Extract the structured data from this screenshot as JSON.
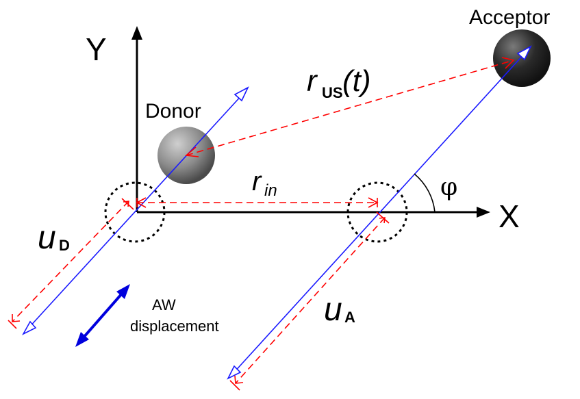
{
  "axes": {
    "x_label": "X",
    "y_label": "Y"
  },
  "labels": {
    "donor": "Donor",
    "acceptor": "Acceptor",
    "r_us": {
      "main": "r",
      "sub": "US",
      "suffix": "(t)"
    },
    "r_in": {
      "main": "r",
      "sub": "in"
    },
    "phi": "φ",
    "u_d": {
      "main": "u",
      "sub": "D"
    },
    "u_a": {
      "main": "u",
      "sub": "A"
    },
    "aw_line1": "AW",
    "aw_line2": "displacement"
  },
  "colors": {
    "axis": "#000000",
    "vector": "#1a1aff",
    "dashed": "#ff0000",
    "circle": "#000000",
    "aw_arrow": "#0000dd",
    "sphere_donor": "#8a8a8a",
    "sphere_acceptor": "#2a2a2a"
  }
}
